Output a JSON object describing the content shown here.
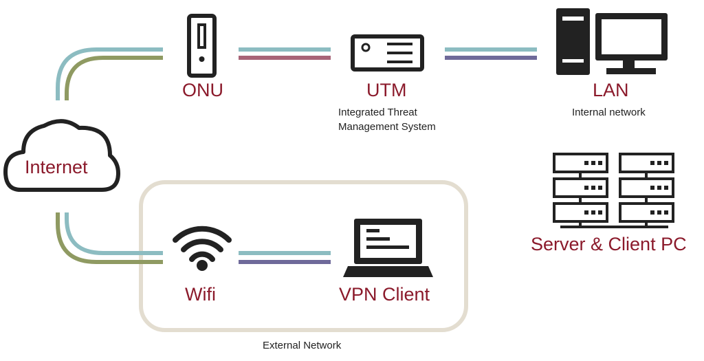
{
  "nodes": {
    "onu": {
      "label": "ONU",
      "icon": "onu-device-icon"
    },
    "utm": {
      "label": "UTM",
      "desc_line1": "Integrated Threat",
      "desc_line2": "Management System",
      "icon": "utm-appliance-icon"
    },
    "lan": {
      "label": "LAN",
      "desc": "Internal network",
      "icon": "desktop-computer-icon"
    },
    "internet": {
      "label": "Internet",
      "icon": "cloud-icon"
    },
    "wifi": {
      "label": "Wifi",
      "icon": "wifi-icon"
    },
    "vpn": {
      "label": "VPN Client",
      "icon": "laptop-icon"
    },
    "servers": {
      "label": "Server & Client PC",
      "icon": "server-rack-icon"
    }
  },
  "groups": {
    "external": {
      "label": "External Network"
    }
  },
  "colors": {
    "label": "#8b1a2b",
    "icon": "#222222",
    "teal": "#8cbcc1",
    "olive": "#8f9a62",
    "maroon": "#a86477",
    "purple": "#6f6a9a",
    "frame": "#e3ddd0"
  }
}
